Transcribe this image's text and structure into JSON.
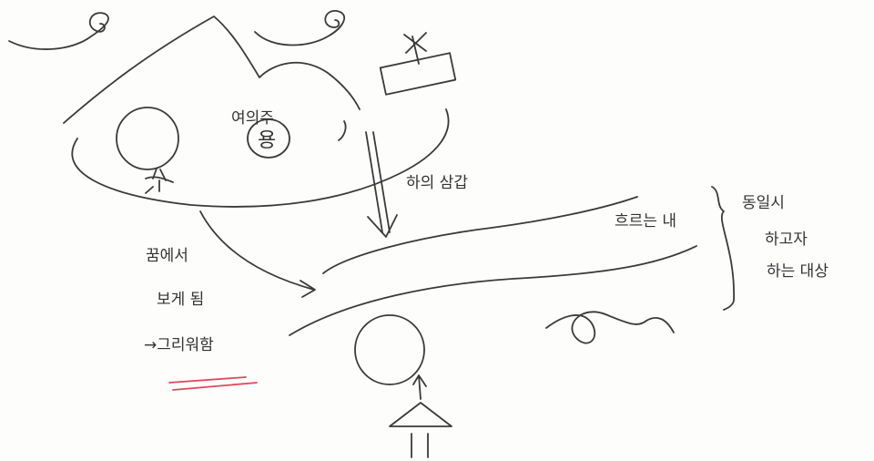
{
  "labels": {
    "heaven_maiden_label": "여의주",
    "dragon_label": "용",
    "descent_label": "하의 삼갑",
    "world_label": "흐르는 내",
    "brace_note_line1": "동일시",
    "brace_note_line2": "하고자",
    "brace_note_line3": "하는 대상",
    "dream_line1": "꿈에서",
    "dream_line2": "보게 됨",
    "longing_line": "→그리워함"
  },
  "colors": {
    "ink": "#3a3a3a",
    "highlight": "#e0485e",
    "paper": "#fdfdfc"
  }
}
